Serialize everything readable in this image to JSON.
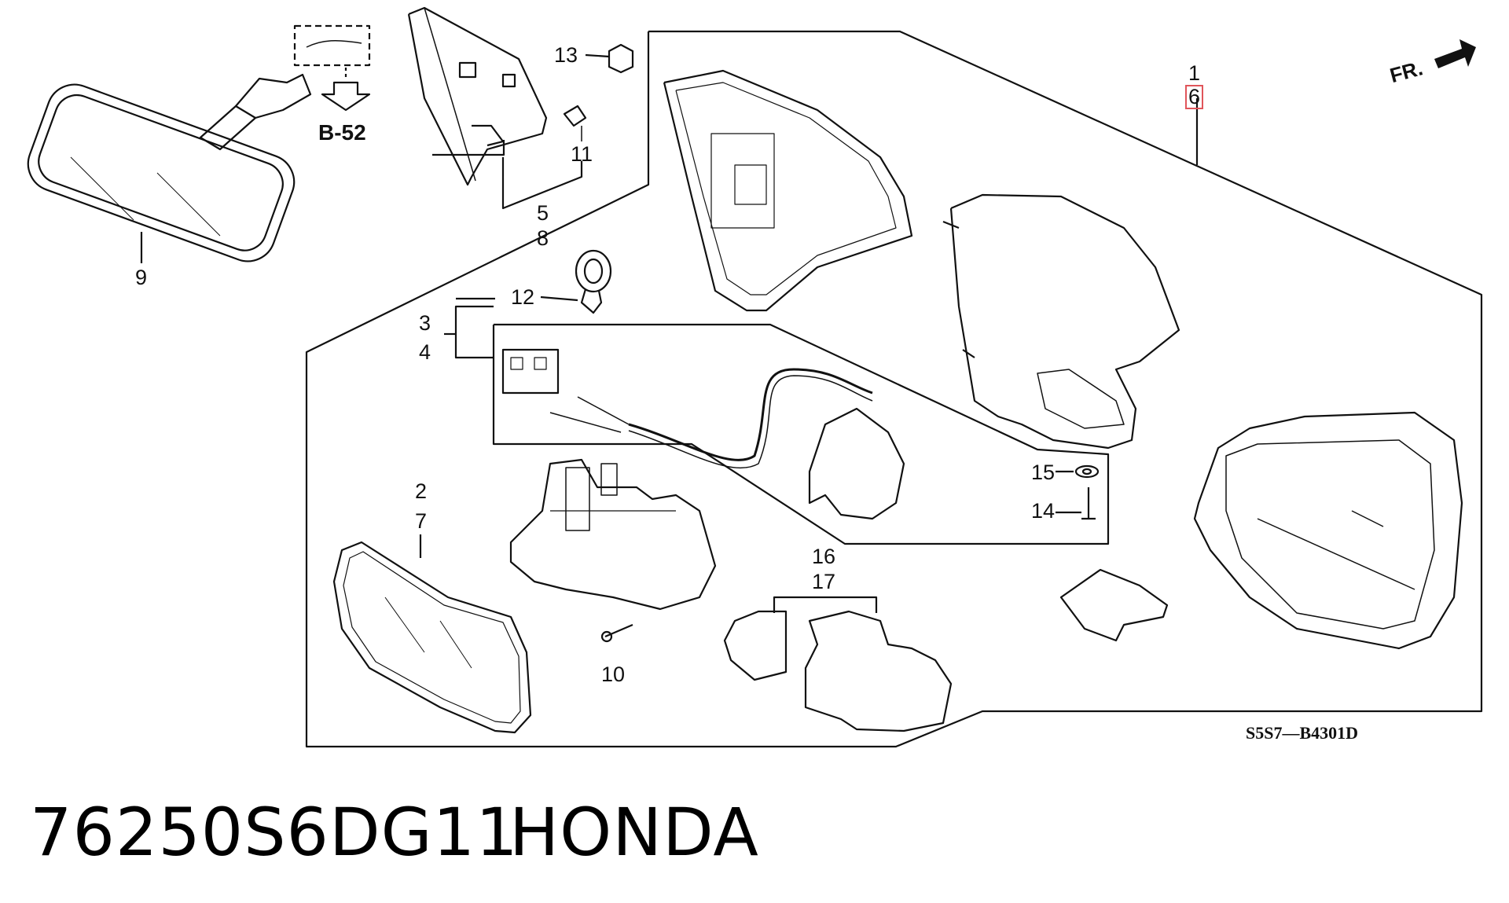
{
  "callouts": {
    "c1": "1",
    "c2": "2",
    "c3": "3",
    "c4": "4",
    "c5": "5",
    "c6": "6",
    "c7": "7",
    "c8": "8",
    "c9": "9",
    "c10": "10",
    "c11": "11",
    "c12": "12",
    "c13": "13",
    "c14": "14",
    "c15": "15",
    "c16": "16",
    "c17": "17"
  },
  "ref_b52": "B-52",
  "front_label": "FR.",
  "diagram_code": "S5S7—B4301D",
  "part_number": "76250S6DG11",
  "brand": "HONDA",
  "highlight_color": "#e0555a"
}
